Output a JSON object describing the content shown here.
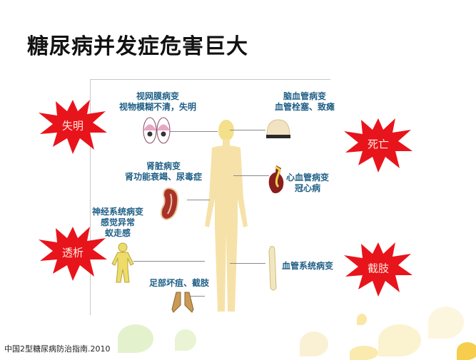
{
  "title": "糖尿病并发症危害巨大",
  "complications": {
    "retina": {
      "line1": "视网膜病变",
      "line2": "视物模糊不清，失明",
      "icon": "eyes-icon"
    },
    "brain": {
      "line1": "脑血管病变",
      "line2": "血管栓塞、致瘫",
      "icon": "brain-icon"
    },
    "kidney": {
      "line1": "肾脏病变",
      "line2": "肾功能衰竭、尿毒症",
      "icon": "kidney-icon"
    },
    "heart": {
      "line1": "心血管病变",
      "line2": "冠心病",
      "icon": "heart-icon"
    },
    "nerve": {
      "line1": "神经系统病变",
      "line2": "感觉异常",
      "line3": "蚁走感",
      "icon": "nervous-body-icon"
    },
    "vessel": {
      "line1": "血管系统病变",
      "icon": "blood-vessel-icon"
    },
    "foot": {
      "line1": "足部坏疽、截肢",
      "icon": "feet-icon"
    }
  },
  "outcomes": {
    "blindness": "失明",
    "death": "死亡",
    "dialysis": "透析",
    "amputation": "截肢"
  },
  "colors": {
    "label": "#1f5f86",
    "burst": "#e8141b",
    "body": "#f6e2a8"
  },
  "footer": "中国2型糖尿病防治指南.2010"
}
